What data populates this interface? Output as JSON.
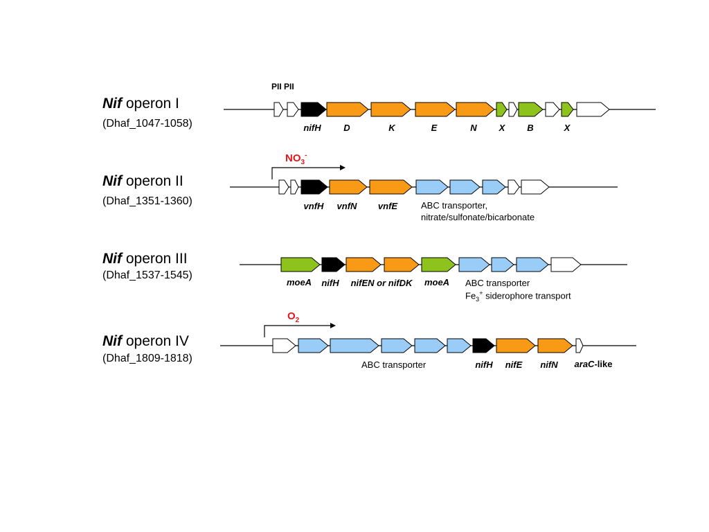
{
  "colors": {
    "orange": "#f99a17",
    "blue": "#99ccf6",
    "green": "#8ec21c",
    "black": "#000000",
    "white": "#ffffff",
    "red": "#e8141c"
  },
  "operon1": {
    "title_italic": "Nif",
    "title_rest": " operon I",
    "id": "(Dhaf_1047-1058)",
    "pii": "PII PII",
    "labels": {
      "nifH": "nifH",
      "D": "D",
      "K": "K",
      "E": "E",
      "N": "N",
      "X1": "X",
      "B": "B",
      "X2": "X"
    }
  },
  "operon2": {
    "title_italic": "Nif",
    "title_rest": " operon II",
    "id": "(Dhaf_1351-1360)",
    "regulator_main": "NO",
    "regulator_sub": "3",
    "regulator_sup": "-",
    "labels": {
      "vnfH": "vnfH",
      "vnfN": "vnfN",
      "vnfE": "vnfE"
    },
    "abc_line1": "ABC transporter,",
    "abc_line2": "nitrate/sulfonate/bicarbonate"
  },
  "operon3": {
    "title_italic": "Nif",
    "title_rest": " operon III",
    "id": "(Dhaf_1537-1545)",
    "labels": {
      "moeA1": "moeA",
      "nifH": "nifH",
      "nifEN": "nifEN or nifDK",
      "moeA2": "moeA"
    },
    "abc_line1": "ABC transporter",
    "abc_line2_pre": "Fe",
    "abc_line2_sub": "3",
    "abc_line2_sup": "+",
    "abc_line2_post": " siderophore transport"
  },
  "operon4": {
    "title_italic": "Nif",
    "title_rest": " operon IV",
    "id": "(Dhaf_1809-1818)",
    "regulator_main": "O",
    "regulator_sub": "2",
    "abc_label": "ABC transporter",
    "labels": {
      "nifH": "nifH",
      "nifE": "nifE",
      "nifN": "nifN",
      "araC": "araC",
      "araC_suffix": "-like"
    }
  },
  "genes": [
    {
      "operon": 1,
      "color": "white"
    },
    {
      "operon": 1,
      "color": "white"
    },
    {
      "operon": 1,
      "color": "black"
    },
    {
      "operon": 1,
      "color": "orange"
    },
    {
      "operon": 1,
      "color": "orange"
    },
    {
      "operon": 1,
      "color": "orange"
    },
    {
      "operon": 1,
      "color": "orange"
    },
    {
      "operon": 1,
      "color": "green"
    },
    {
      "operon": 1,
      "color": "white"
    },
    {
      "operon": 1,
      "color": "green"
    },
    {
      "operon": 1,
      "color": "white"
    },
    {
      "operon": 1,
      "color": "green"
    },
    {
      "operon": 1,
      "color": "white"
    },
    {
      "operon": 2,
      "color": "white"
    },
    {
      "operon": 2,
      "color": "white"
    },
    {
      "operon": 2,
      "color": "black"
    },
    {
      "operon": 2,
      "color": "orange"
    },
    {
      "operon": 2,
      "color": "orange"
    },
    {
      "operon": 2,
      "color": "blue"
    },
    {
      "operon": 2,
      "color": "blue"
    },
    {
      "operon": 2,
      "color": "blue"
    },
    {
      "operon": 2,
      "color": "white"
    },
    {
      "operon": 2,
      "color": "white"
    },
    {
      "operon": 3,
      "color": "green"
    },
    {
      "operon": 3,
      "color": "black"
    },
    {
      "operon": 3,
      "color": "orange"
    },
    {
      "operon": 3,
      "color": "orange"
    },
    {
      "operon": 3,
      "color": "green"
    },
    {
      "operon": 3,
      "color": "blue"
    },
    {
      "operon": 3,
      "color": "blue"
    },
    {
      "operon": 3,
      "color": "blue"
    },
    {
      "operon": 3,
      "color": "white"
    },
    {
      "operon": 4,
      "color": "white"
    },
    {
      "operon": 4,
      "color": "blue"
    },
    {
      "operon": 4,
      "color": "blue"
    },
    {
      "operon": 4,
      "color": "blue"
    },
    {
      "operon": 4,
      "color": "blue"
    },
    {
      "operon": 4,
      "color": "blue"
    },
    {
      "operon": 4,
      "color": "black"
    },
    {
      "operon": 4,
      "color": "orange"
    },
    {
      "operon": 4,
      "color": "orange"
    },
    {
      "operon": 4,
      "color": "white"
    }
  ]
}
